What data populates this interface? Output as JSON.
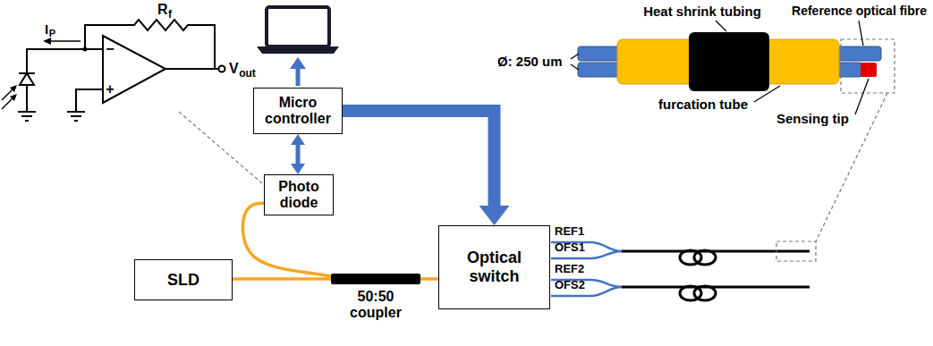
{
  "diagram": {
    "nodes": [
      {
        "text": [
          "Micro controller"
        ]
      },
      {
        "text": [
          "Photo diode"
        ]
      },
      {
        "text": [
          "SLD"
        ]
      },
      {
        "text": [
          "50:50 coupler"
        ]
      },
      {
        "text": [
          "Optical switch"
        ]
      }
    ],
    "edges": [
      {
        "from": 0,
        "to": 1,
        "arrow": "both"
      },
      {
        "from": 0,
        "to": 4,
        "arrow": "to"
      },
      {
        "from": 2,
        "to": 3,
        "arrow": "none"
      },
      {
        "from": 3,
        "to": 4,
        "arrow": "none"
      },
      {
        "from": 3,
        "to": 1,
        "arrow": "none"
      }
    ],
    "labels": [
      "R",
      "f",
      "I",
      "P",
      "−",
      "+",
      "V",
      "out",
      "REF1",
      "OFS1",
      "REF2",
      "OFS2",
      "Heat shrink tubing",
      "Reference optical fibre",
      "Ø: 250 um",
      "furcation tube",
      "Sensing tip"
    ]
  }
}
